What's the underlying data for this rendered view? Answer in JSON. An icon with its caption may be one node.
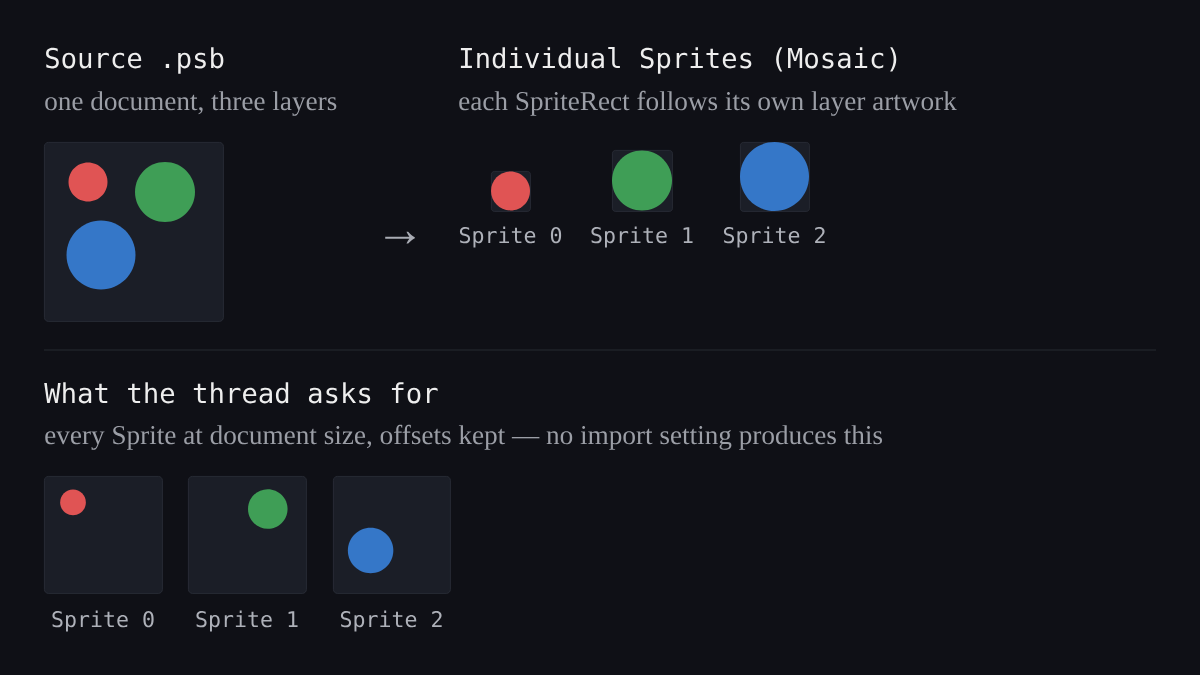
{
  "diagram": {
    "nodes": [
      {
        "text": [],
        "shape": "box"
      },
      {
        "text": [],
        "shape": "box",
        "beside": [
          "Sprite 0"
        ]
      },
      {
        "text": [],
        "shape": "box",
        "beside": [
          "Sprite 1"
        ]
      },
      {
        "text": [],
        "shape": "box",
        "beside": [
          "Sprite 2"
        ]
      },
      {
        "text": [],
        "shape": "box",
        "beside": [
          "Sprite 0"
        ]
      },
      {
        "text": [],
        "shape": "box",
        "beside": [
          "Sprite 1"
        ]
      },
      {
        "text": [],
        "shape": "box",
        "beside": [
          "Sprite 2"
        ]
      }
    ],
    "labels": [
      "Source .psb",
      "one document, three layers",
      "Individual Sprites (Mosaic)",
      "each SpriteRect follows its own layer artwork",
      "→",
      "What the thread asks for",
      "every Sprite at document size, offsets kept — no import setting produces this"
    ]
  }
}
